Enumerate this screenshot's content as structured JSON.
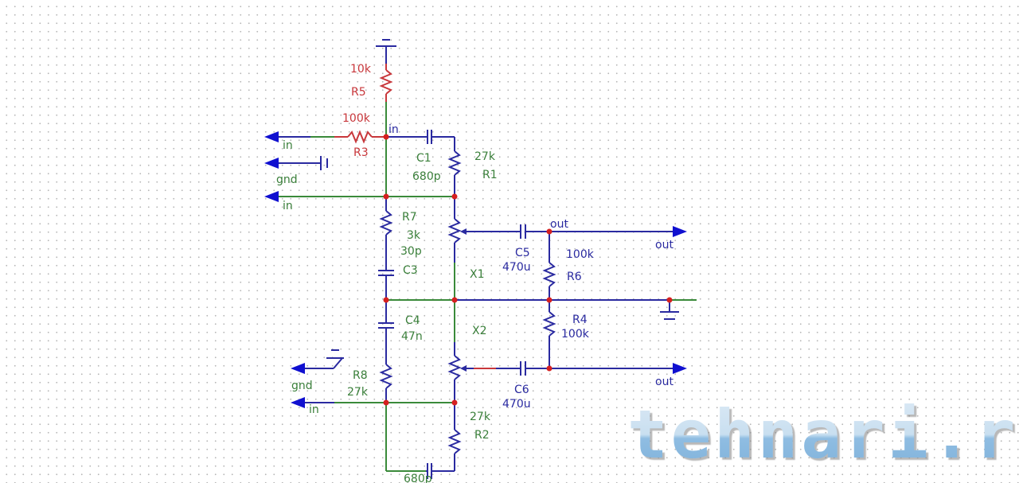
{
  "schematic": {
    "title": "tone control circuit schematic",
    "watermark": "tehnari.ru",
    "colors": {
      "wire_blue": "#2a2aa0",
      "wire_green": "#3a8a3a",
      "wire_red": "#c8373b",
      "junction": "#d62020",
      "port": "#1010d0",
      "watermark": "#7fb4dc"
    },
    "components": {
      "R5": {
        "ref": "R5",
        "value": "10k"
      },
      "R3": {
        "ref": "R3",
        "value": "100k"
      },
      "C1": {
        "ref": "C1",
        "value": "680p"
      },
      "R1": {
        "ref": "R1",
        "value": "27k"
      },
      "R7": {
        "ref": "R7",
        "value": "3k"
      },
      "C3": {
        "ref": "C3",
        "value": "30p"
      },
      "C4": {
        "ref": "C4",
        "value": "47n"
      },
      "R8": {
        "ref": "R8",
        "value": "27k"
      },
      "R2": {
        "ref": "R2",
        "value": "27k"
      },
      "C2": {
        "value": "680p"
      },
      "C5": {
        "ref": "C5",
        "value": "470u"
      },
      "C6": {
        "ref": "C6",
        "value": "470u"
      },
      "R6": {
        "ref": "R6",
        "value": "100k"
      },
      "R4": {
        "ref": "R4",
        "value": "100k"
      },
      "X1": {
        "ref": "X1"
      },
      "X2": {
        "ref": "X2"
      }
    },
    "ports": {
      "in_top": "in",
      "gnd_top": "gnd",
      "in_mid": "in",
      "gnd_bottom": "gnd",
      "in_bottom": "in",
      "out_top": "out",
      "out_bottom": "out"
    },
    "net_labels": {
      "in_node": "in",
      "out_node": "out"
    }
  }
}
